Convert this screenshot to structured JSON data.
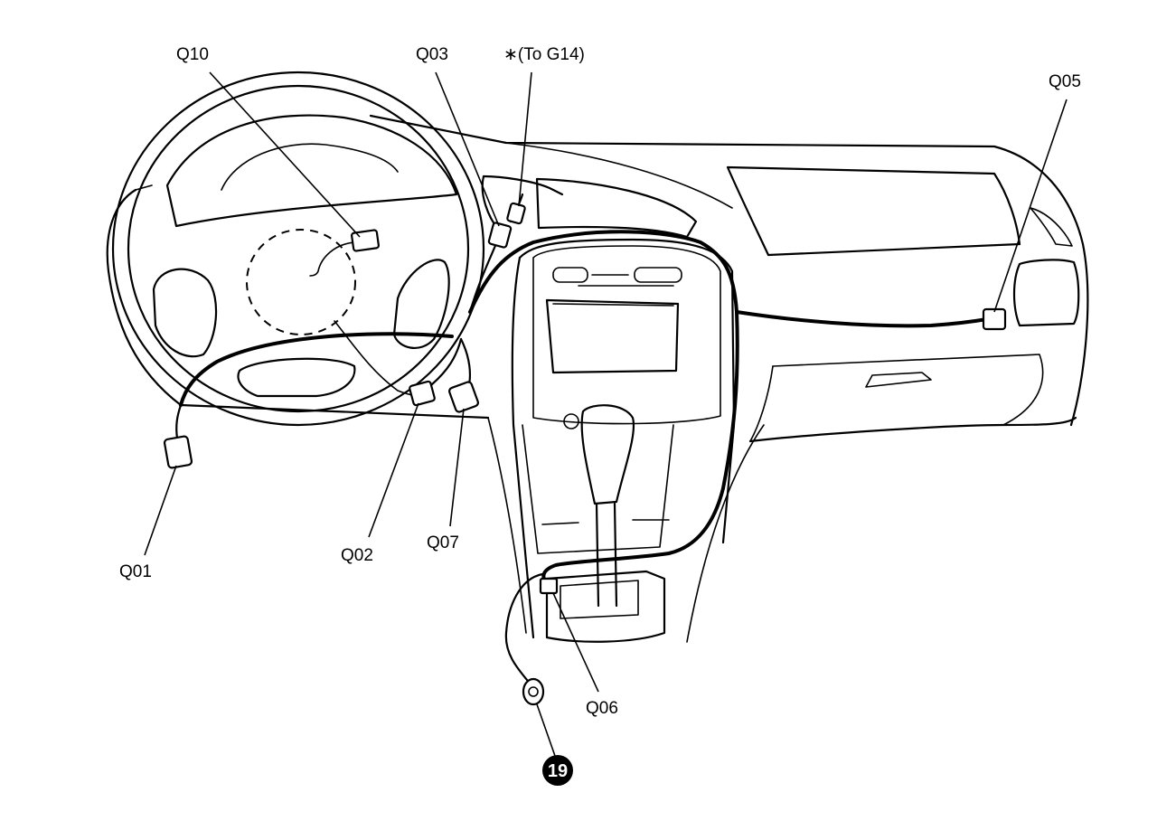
{
  "labels": {
    "q10": "Q10",
    "q03": "Q03",
    "to_g14": "∗(To G14)",
    "q05": "Q05",
    "q01": "Q01",
    "q02": "Q02",
    "q07": "Q07",
    "q06": "Q06",
    "ground_badge": "19"
  }
}
